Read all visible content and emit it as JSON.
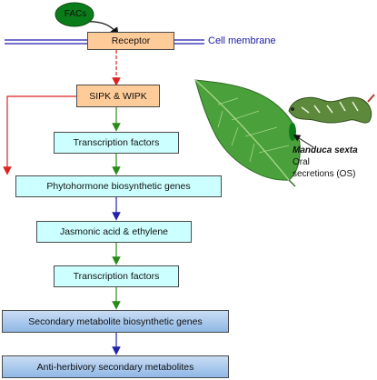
{
  "nodes": {
    "facs": "FACs",
    "receptor": "Receptor",
    "membrane": "Cell membrane",
    "sipk": "SIPK & WIPK",
    "tf1": "Transcription factors",
    "phyto": "Phytohormone biosynthetic genes",
    "ja": "Jasmonic acid & ethylene",
    "tf2": "Transcription factors",
    "secgenes": "Secondary metabolite biosynthetic genes",
    "antiherb": "Anti-herbivory secondary metabolites"
  },
  "annotation": {
    "species": "Manduca sexta",
    "oral": " Oral",
    "line2": "secretions (OS)"
  },
  "colors": {
    "membrane": "#1a1aa6",
    "red_arrow": "#dd2222",
    "green_arrow": "#2a8a1a",
    "blue_arrow": "#2222aa",
    "facs_fill": "#0a7d1a",
    "leaf": "#4aa03a",
    "caterpillar": "#5d8a3a"
  }
}
